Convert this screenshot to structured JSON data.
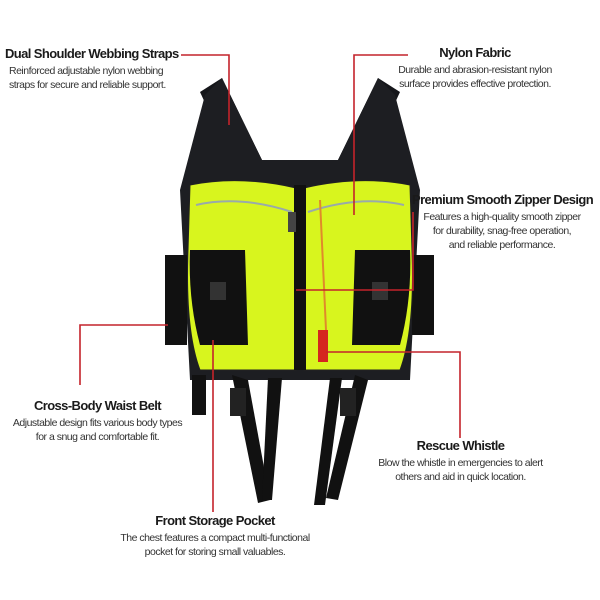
{
  "callouts": {
    "shoulder": {
      "title": "Dual Shoulder Webbing Straps",
      "lines": [
        "Reinforced adjustable nylon webbing",
        "straps for secure and reliable support."
      ]
    },
    "nylon": {
      "title": "Nylon Fabric",
      "lines": [
        "Durable and abrasion-resistant nylon",
        "surface provides effective protection."
      ]
    },
    "zipper": {
      "title": "Premium Smooth Zipper Design",
      "lines": [
        "Features a high-quality smooth zipper",
        "for durability, snag-free operation,",
        "and reliable performance."
      ]
    },
    "waist": {
      "title": "Cross-Body Waist Belt",
      "lines": [
        "Adjustable design fits various body types",
        "for a snug and comfortable fit."
      ]
    },
    "whistle": {
      "title": "Rescue Whistle",
      "lines": [
        "Blow the whistle in emergencies to alert",
        "others and aid in quick location."
      ]
    },
    "pocket": {
      "title": "Front Storage Pocket",
      "lines": [
        "The chest features a compact multi-functional",
        "pocket for storing small valuables."
      ]
    }
  },
  "colors": {
    "leader": "#c4232b",
    "vest": "#d8f51e",
    "webbing": "#111111"
  }
}
